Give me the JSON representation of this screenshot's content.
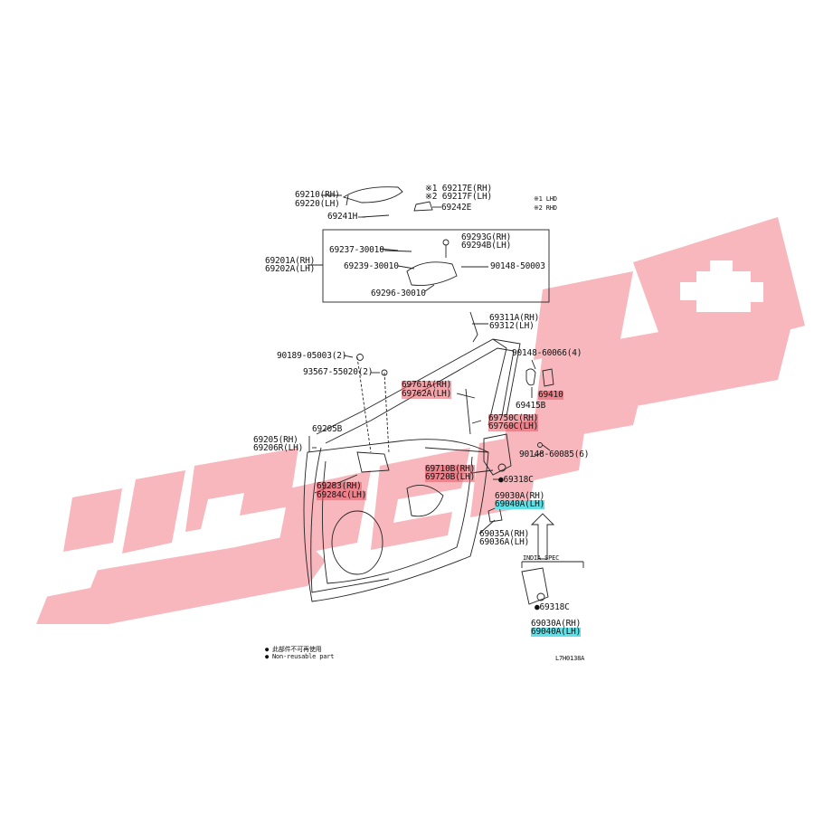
{
  "labels": {
    "p69210": "69210(RH)",
    "p69220": "69220(LH)",
    "p69217E": "※1 69217E(RH)",
    "p69217F": "※2 69217F(LH)",
    "p69242E": "69242E",
    "p69241H": "69241H",
    "note1": "※1 LHD",
    "note2": "※2 RHD",
    "p69293G": "69293G(RH)",
    "p69294B": "69294B(LH)",
    "p69237": "69237-30010",
    "p69201A": "69201A(RH)",
    "p69202A": "69202A(LH)",
    "p69239": "69239-30010",
    "p90148a": "90148-50003",
    "p69296": "69296-30010",
    "p69311A": "69311A(RH)",
    "p69312": "69312(LH)",
    "p90189": "90189-05003(2)",
    "p90148b": "90148-60066(4)",
    "p93567": "93567-55020(2)",
    "p69761A": "69761A(RH)",
    "p69762A": "69762A(LH)",
    "p69410": "69410",
    "p69415B": "69415B",
    "p69750C": "69750C(RH)",
    "p69760C": "69760C(LH)",
    "p69205": "69205(RH)",
    "p69206R": "69206R(LH)",
    "p69205B": "69205B",
    "p90148c": "90148-60085(6)",
    "p69710B": "69710B(RH)",
    "p69720B": "69720B(LH)",
    "p69318C": "●69318C",
    "p69283": "69283(RH)",
    "p69284C": "69284C(LH)",
    "p69030A": "69030A(RH)",
    "p69040A": "69040A(LH)",
    "p69035A": "69035A(RH)",
    "p69036A": "69036A(LH)",
    "india": "INDIA SPEC",
    "p69318C2": "●69318C",
    "p69030A2": "69030A(RH)",
    "p69040A2": "69040A(LH)",
    "legend1": "● 此部件不可再使用",
    "legend2": "● Non-reusable part",
    "figid": "L7H0138A"
  },
  "colors": {
    "watermark": "#f7b7bd",
    "highlight_red": "#e65a64",
    "highlight_cyan": "#5fe0e6",
    "line": "#222222"
  }
}
